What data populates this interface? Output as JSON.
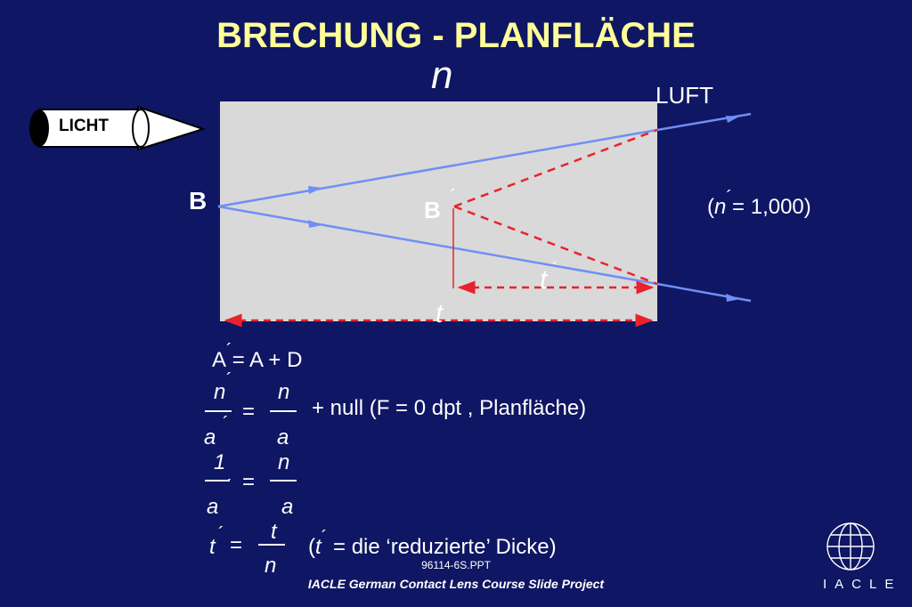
{
  "title": "BRECHUNG - PLANFLÄCHE",
  "diagram": {
    "n_label": "n",
    "luft_label": "LUFT",
    "licht_label": "LICHT",
    "b_object": "B",
    "b_image": "B",
    "prime": "´",
    "nprime_open": "(",
    "nprime_n": "n",
    "nprime_value": "= 1,000)",
    "t_prime": "t",
    "t": "t"
  },
  "formulas": {
    "f1": {
      "a": "A",
      "rest": "= A + D"
    },
    "f2": {
      "num_left": "n",
      "den_left": "a",
      "eq": "=",
      "num_right": "n",
      "den_right": "a",
      "note": "+ null (F = 0 dpt , Planfläche)"
    },
    "f3": {
      "num_left": "1",
      "den_left": "a",
      "eq": "=",
      "num_right": "n",
      "den_right": "a"
    },
    "f4": {
      "lhs": "t",
      "eq": "=",
      "num": "t",
      "den": "n",
      "note_open": "(",
      "note_t": "t",
      "note_rest": "= die ‘reduzierte’ Dicke)"
    }
  },
  "footer": {
    "file": "96114-6S.PPT",
    "project": "IACLE German Contact Lens Course Slide Project",
    "logo_text": "IACLE"
  },
  "colors": {
    "background": "#0f1663",
    "title": "#ffff99",
    "slab": "#d9d9d9",
    "ray": "#6e8ff5",
    "dashed": "#e8232d"
  }
}
